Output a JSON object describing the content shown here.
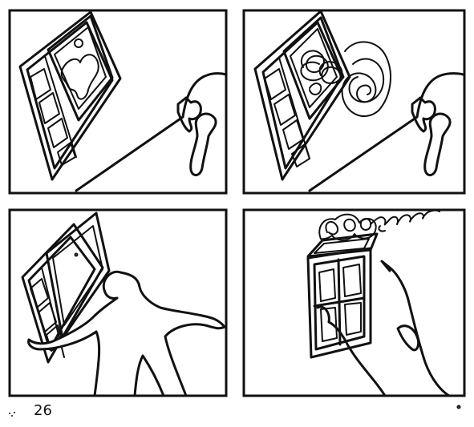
{
  "page": {
    "number": "26"
  },
  "colors": {
    "ink": "#111111",
    "paper": "#ffffff"
  },
  "panels": [
    {
      "id": "panel-1",
      "scene": "night-window-sleeper"
    },
    {
      "id": "panel-2",
      "scene": "scribble-dream-window"
    },
    {
      "id": "panel-3",
      "scene": "silhouette-opening-window"
    },
    {
      "id": "panel-4",
      "scene": "scribble-escaping-window"
    }
  ]
}
